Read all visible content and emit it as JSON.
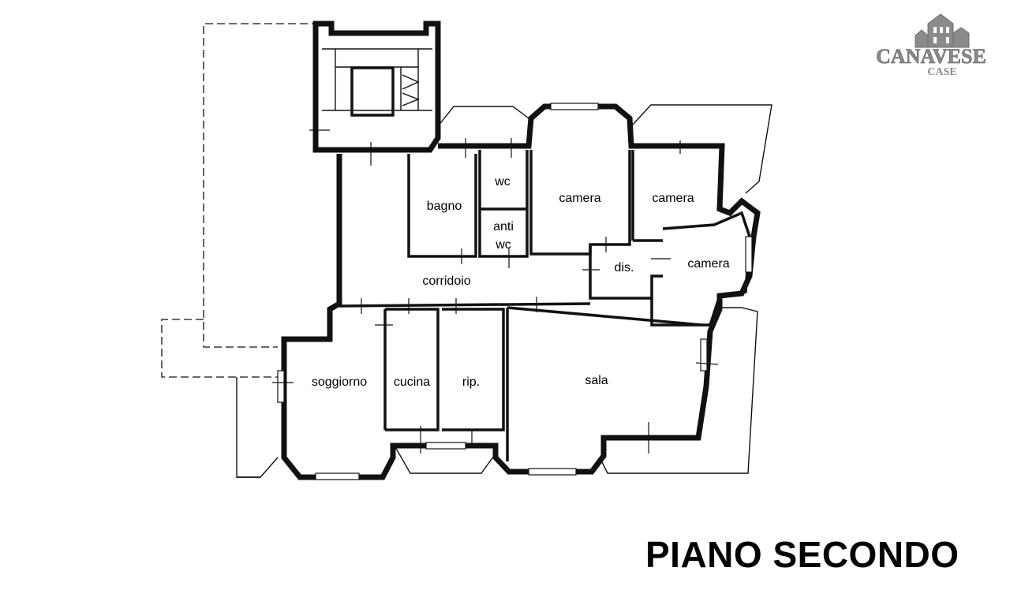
{
  "title": "PIANO SECONDO",
  "logo": {
    "name": "CANAVESE",
    "sub": "CASE"
  },
  "rooms": {
    "wc": "wc",
    "bagno": "bagno",
    "anti": "anti",
    "anti_wc": "wc",
    "camera_1": "camera",
    "camera_2": "camera",
    "camera_3": "camera",
    "dis": "dis.",
    "corridoio": "corridoio",
    "soggiorno": "soggiorno",
    "cucina": "cucina",
    "rip": "rip.",
    "sala": "sala"
  },
  "colors": {
    "walls": "#111111",
    "background": "#ffffff",
    "logo": "#8a8a8a"
  }
}
